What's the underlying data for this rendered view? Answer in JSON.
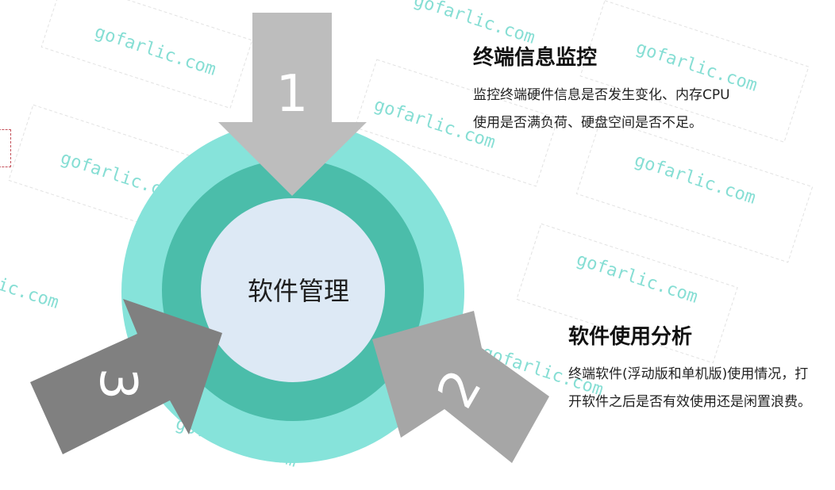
{
  "diagram": {
    "center_label": "软件管理",
    "arrows": [
      {
        "number": "1",
        "color": "#bdbdbd"
      },
      {
        "number": "2",
        "color": "#a6a6a6"
      },
      {
        "number": "3",
        "color": "#808080"
      }
    ],
    "ring_colors": {
      "outer": "#86e3da",
      "middle": "#4bbdaa",
      "inner": "#dde9f5"
    }
  },
  "sections": {
    "terminal_info": {
      "heading": "终端信息监控",
      "lines": [
        "监控终端硬件信息是否发生变化、内存CPU",
        "使用是否满负荷、硬盘空间是否不足。"
      ]
    },
    "software_usage": {
      "heading": "软件使用分析",
      "lines": [
        "终端软件(浮动版和单机版)使用情况，打",
        "开软件之后是否有效使用还是闲置浪费。"
      ]
    }
  },
  "watermark": {
    "text": "gofarlic.com"
  }
}
